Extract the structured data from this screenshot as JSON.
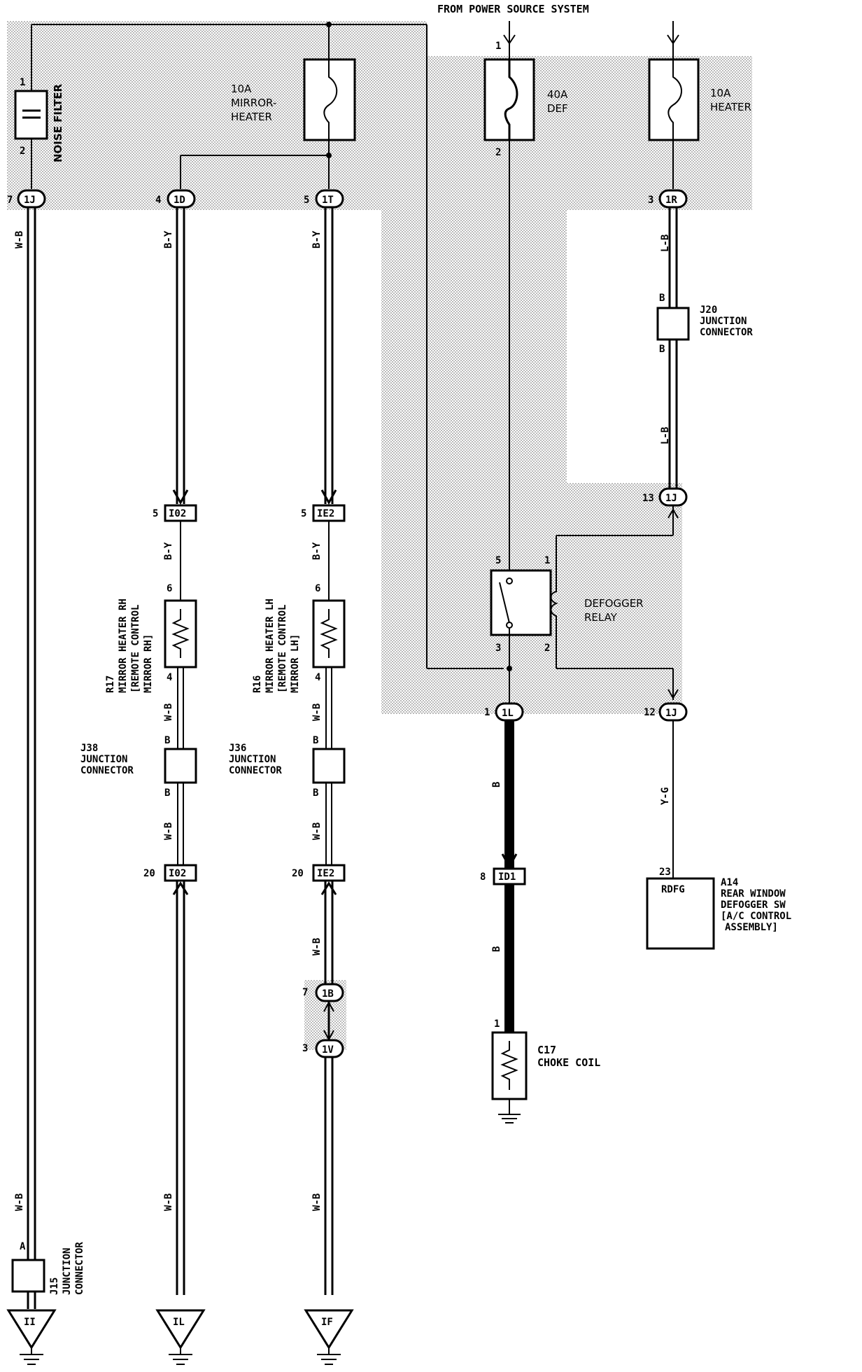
{
  "header": "FROM POWER SOURCE SYSTEM",
  "fuses": {
    "mirror": {
      "amp": "10A",
      "name1": "MIRROR-",
      "name2": "HEATER"
    },
    "def": {
      "amp": "40A",
      "name": "DEF",
      "pin_top": "1",
      "pin_bottom": "2"
    },
    "heater": {
      "amp": "10A",
      "name": "HEATER"
    }
  },
  "noise_filter": {
    "label": "NOISE FILTER",
    "pin_top": "1",
    "pin_bottom": "2"
  },
  "connectors_top": [
    {
      "pin": "7",
      "id": "1J"
    },
    {
      "pin": "4",
      "id": "1D"
    },
    {
      "pin": "5",
      "id": "1T"
    },
    {
      "pin": "3",
      "id": "1R"
    }
  ],
  "wire_colors": {
    "wb": "W-B",
    "by": "B-Y",
    "lb": "L-B",
    "b": "B",
    "yg": "Y-G"
  },
  "inline_connectors": {
    "i02_top": {
      "pin": "5",
      "id": "I02"
    },
    "ie2_top": {
      "pin": "5",
      "id": "IE2"
    },
    "i02_bot": {
      "pin": "20",
      "id": "I02"
    },
    "ie2_bot": {
      "pin": "20",
      "id": "IE2"
    },
    "id1": {
      "pin": "8",
      "id": "ID1"
    }
  },
  "mirror_rh": {
    "code": "R17",
    "line1": "MIRROR HEATER RH",
    "line2": "[REMOTE CONTROL",
    "line3": "MIRROR RH]",
    "pin_top": "6",
    "pin_bottom": "4"
  },
  "mirror_lh": {
    "code": "R16",
    "line1": "MIRROR HEATER LH",
    "line2": "[REMOTE CONTROL",
    "line3": "MIRROR LH]",
    "pin_top": "6",
    "pin_bottom": "4"
  },
  "junction_j38": {
    "code": "J38",
    "line1": "JUNCTION",
    "line2": "CONNECTOR",
    "pin_top": "B",
    "pin_bottom": "B"
  },
  "junction_j36": {
    "code": "J36",
    "line1": "JUNCTION",
    "line2": "CONNECTOR",
    "pin_top": "B",
    "pin_bottom": "B"
  },
  "junction_j20": {
    "code": "J20",
    "line1": "JUNCTION",
    "line2": "CONNECTOR",
    "pin_top": "B",
    "pin_bottom": "B"
  },
  "junction_j15": {
    "code": "J15",
    "line1": "JUNCTION",
    "line2": "CONNECTOR",
    "pin": "A"
  },
  "relay": {
    "line1": "DEFOGGER",
    "line2": "RELAY",
    "pin5": "5",
    "pin1": "1",
    "pin3": "3",
    "pin2": "2"
  },
  "connector_13": {
    "pin": "13",
    "id": "1J"
  },
  "connector_1l": {
    "pin": "1",
    "id": "1L"
  },
  "connector_12": {
    "pin": "12",
    "id": "1J"
  },
  "connector_1b": {
    "pin": "7",
    "id": "1B"
  },
  "connector_1v": {
    "pin": "3",
    "id": "1V"
  },
  "switch_a14": {
    "pin": "23",
    "terminal": "RDFG",
    "code": "A14",
    "line1": "REAR WINDOW",
    "line2": "DEFOGGER SW",
    "line3": "[A/C CONTROL",
    "line4": "ASSEMBLY]"
  },
  "choke": {
    "pin": "1",
    "code": "C17",
    "name": "CHOKE COIL"
  },
  "grounds": [
    "II",
    "IL",
    "IF"
  ]
}
